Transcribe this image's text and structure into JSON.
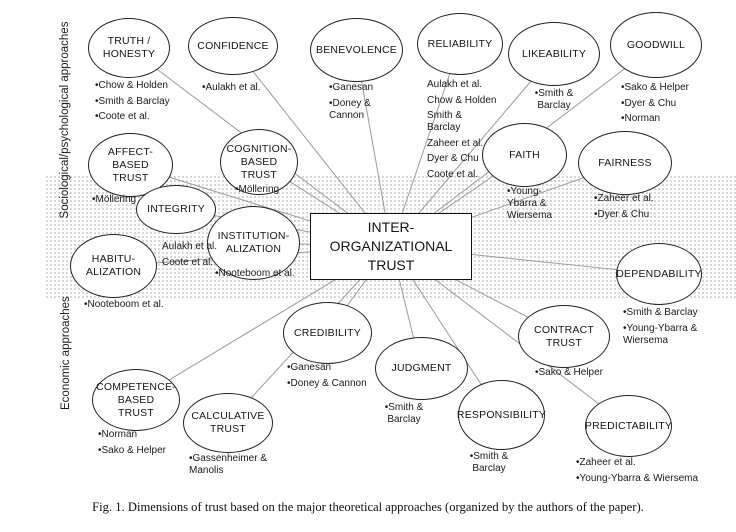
{
  "figure": {
    "caption": "Fig. 1. Dimensions of trust based on the major theoretical approaches (organized by the authors of the paper).",
    "center_box": {
      "label": "INTER-\nORGANIZATIONAL\nTRUST"
    },
    "group_labels": {
      "sociological": "Sociological/psychological approaches",
      "economic": "Economic approaches"
    },
    "colors": {
      "ellipse_border": "#222222",
      "connector_line": "#9b9b9b",
      "band_dots": "#bdbdbd",
      "text": "#111111"
    },
    "nodes": [
      {
        "id": "truth-honesty",
        "label": "TRUTH /\nHONESTY",
        "citations": [
          "•Chow & Holden",
          "•Smith & Barclay",
          "•Coote et al."
        ]
      },
      {
        "id": "confidence",
        "label": "CONFIDENCE",
        "citations": [
          "•Aulakh et al."
        ]
      },
      {
        "id": "benevolence",
        "label": "BENEVOLENCE",
        "citations": [
          "•Ganesan",
          "•Doney &\nCannon"
        ]
      },
      {
        "id": "reliability",
        "label": "RELIABILITY",
        "citations": [
          "Aulakh et al.",
          "Chow & Holden",
          "Smith &\nBarclay",
          "Zaheer et al.",
          "Dyer & Chu",
          "Coote et al."
        ]
      },
      {
        "id": "likeability",
        "label": "LIKEABILITY",
        "citations": [
          "•Smith &\nBarclay"
        ]
      },
      {
        "id": "goodwill",
        "label": "GOODWILL",
        "citations": [
          "•Sako & Helper",
          "•Dyer & Chu",
          "•Norman"
        ]
      },
      {
        "id": "affect-based-trust",
        "label": "AFFECT-\nBASED\nTRUST",
        "citations": [
          "•Möllering"
        ]
      },
      {
        "id": "cognition-based-trust",
        "label": "COGNITION-\nBASED\nTRUST",
        "citations": [
          "•Möllering"
        ]
      },
      {
        "id": "faith",
        "label": "FAITH",
        "citations": [
          "•Young-\nYbarra &\nWiersema"
        ]
      },
      {
        "id": "fairness",
        "label": "FAIRNESS",
        "citations": [
          "•Zaheer et al.",
          "•Dyer & Chu"
        ]
      },
      {
        "id": "integrity",
        "label": "INTEGRITY",
        "citations": [
          "Aulakh et al.",
          "Coote et al."
        ]
      },
      {
        "id": "institutionalization",
        "label": "INSTITUTION-\nALIZATION",
        "citations": [
          "•Nooteboom et al."
        ]
      },
      {
        "id": "habitualization",
        "label": "HABITU-\nALIZATION",
        "citations": [
          "•Nooteboom et al."
        ]
      },
      {
        "id": "dependability",
        "label": "DEPENDABILITY",
        "citations": [
          "•Smith & Barclay",
          "•Young-Ybarra &\nWiersema"
        ]
      },
      {
        "id": "credibility",
        "label": "CREDIBILITY",
        "citations": [
          "•Ganesan",
          "•Doney & Cannon"
        ]
      },
      {
        "id": "judgment",
        "label": "JUDGMENT",
        "citations": [
          "•Smith &\nBarclay"
        ]
      },
      {
        "id": "contract-trust",
        "label": "CONTRACT\nTRUST",
        "citations": [
          "•Sako & Helper"
        ]
      },
      {
        "id": "competence-based-trust",
        "label": "COMPETENCE-\nBASED\nTRUST",
        "citations": [
          "•Norman",
          "•Sako & Helper"
        ]
      },
      {
        "id": "calculative-trust",
        "label": "CALCULATIVE\nTRUST",
        "citations": [
          "•Gassenheimer &\nManolis"
        ]
      },
      {
        "id": "responsibility",
        "label": "RESPONSIBILITY",
        "citations": [
          "•Smith &\nBarclay"
        ]
      },
      {
        "id": "predictability",
        "label": "PREDICTABILITY",
        "citations": [
          "•Zaheer et al.",
          "•Young-Ybarra & Wiersema"
        ]
      }
    ]
  }
}
